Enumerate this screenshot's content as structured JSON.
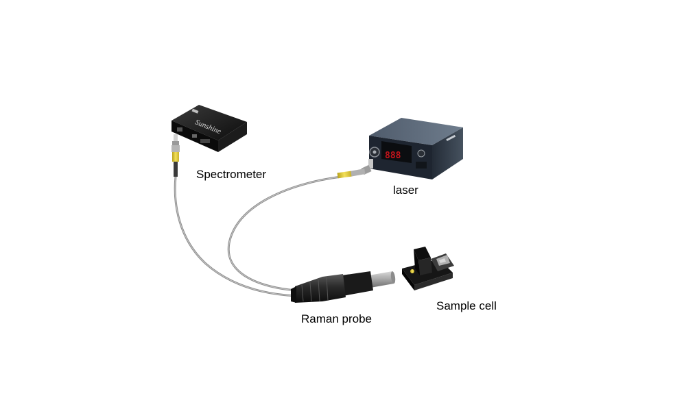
{
  "labels": {
    "spectrometer": "Spectrometer",
    "laser": "laser",
    "raman_probe": "Raman probe",
    "sample_cell": "Sample cell"
  },
  "devices": {
    "spectrometer_logo": "Sunshine",
    "laser_display": "888"
  },
  "icons": {
    "spectrometer": "spectrometer-device-icon",
    "laser": "laser-device-icon",
    "probe": "raman-probe-icon",
    "cell": "sample-cell-icon"
  },
  "colors": {
    "connector_yellow": "#e8d23a",
    "cable_gray": "#9a9a9a",
    "device_black": "#111111",
    "laser_body": "#3b4656",
    "laser_led": "#c2141b"
  }
}
